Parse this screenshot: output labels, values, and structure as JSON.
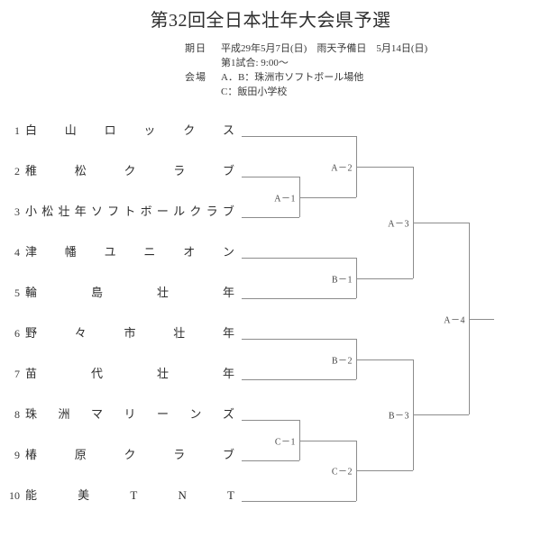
{
  "title": "第32回全日本壮年大会県予選",
  "event_info": {
    "date_label": "期日",
    "date_value": "平成29年5月7日(日)　雨天予備日　5月14日(日)",
    "first_game": "第1試合: 9:00〜",
    "venue_label": "会場",
    "venue_ab": "A．B：珠洲市ソフトボール場他",
    "venue_c": "C：飯田小学校"
  },
  "teams": [
    {
      "seed": "1",
      "name": "白山ロックス",
      "chars": [
        "白",
        "山",
        "ロ",
        "ッ",
        "ク",
        "ス"
      ]
    },
    {
      "seed": "2",
      "name": "稚松クラブ",
      "chars": [
        "稚",
        "松",
        "ク",
        "ラ",
        "ブ"
      ]
    },
    {
      "seed": "3",
      "name": "小松壮年ソフトボールクラブ",
      "chars": [
        "小",
        "松",
        "壮",
        "年",
        "ソ",
        "フ",
        "ト",
        "ボ",
        "ー",
        "ル",
        "ク",
        "ラ",
        "ブ"
      ]
    },
    {
      "seed": "4",
      "name": "津幡ユニオン",
      "chars": [
        "津",
        "幡",
        "ユ",
        "ニ",
        "オ",
        "ン"
      ]
    },
    {
      "seed": "5",
      "name": "輪島壮年",
      "chars": [
        "輪",
        "島",
        "壮",
        "年"
      ]
    },
    {
      "seed": "6",
      "name": "野々市壮年",
      "chars": [
        "野",
        "々",
        "市",
        "壮",
        "年"
      ]
    },
    {
      "seed": "7",
      "name": "苗代壮年",
      "chars": [
        "苗",
        "代",
        "壮",
        "年"
      ]
    },
    {
      "seed": "8",
      "name": "珠洲マリーンズ",
      "chars": [
        "珠",
        "洲",
        "マ",
        "リ",
        "ー",
        "ン",
        "ズ"
      ]
    },
    {
      "seed": "9",
      "name": "椿原クラブ",
      "chars": [
        "椿",
        "原",
        "ク",
        "ラ",
        "ブ"
      ]
    },
    {
      "seed": "10",
      "name": "能美TNT",
      "chars": [
        "能",
        "美",
        "T",
        "N",
        "T"
      ]
    }
  ],
  "matches": [
    {
      "id": "A-1",
      "label": "A－1"
    },
    {
      "id": "A-2",
      "label": "A－2"
    },
    {
      "id": "A-3",
      "label": "A－3"
    },
    {
      "id": "A-4",
      "label": "A－4"
    },
    {
      "id": "B-1",
      "label": "B－1"
    },
    {
      "id": "B-2",
      "label": "B－2"
    },
    {
      "id": "B-3",
      "label": "B－3"
    },
    {
      "id": "C-1",
      "label": "C－1"
    },
    {
      "id": "C-2",
      "label": "C－2"
    }
  ],
  "colors": {
    "line": "#8c8c8c",
    "text": "#2e2e2e",
    "background": "#ffffff"
  }
}
